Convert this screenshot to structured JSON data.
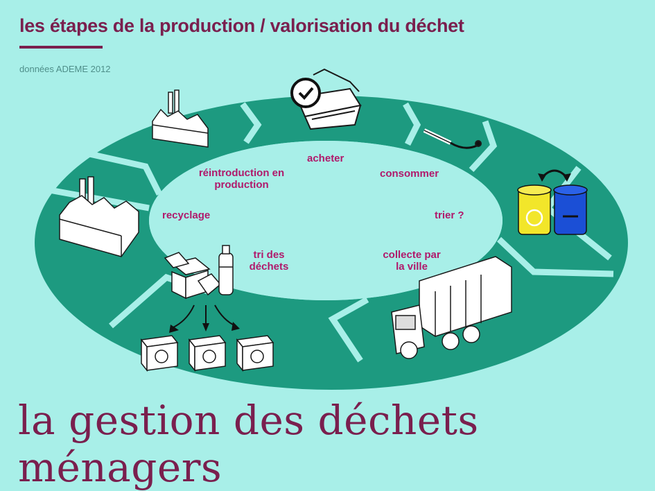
{
  "header": {
    "title": "les étapes de la production / valorisation du déchet",
    "source": "données ADEME 2012"
  },
  "footer": {
    "title": "la gestion des déchets ménagers"
  },
  "cycle": {
    "acheter": "acheter",
    "consommer": "consommer",
    "trier": "trier ?",
    "collecte": "collecte par la ville",
    "tri_dechets": "tri des déchets",
    "recyclage": "recyclage",
    "reintroduction": "réintroduction en production"
  },
  "colors": {
    "background": "#a8efe8",
    "ring": "#1d9a80",
    "title": "#7a1f4e",
    "label": "#b0196b",
    "bin_yellow": "#f2e62a",
    "bin_blue": "#1b4fd6"
  }
}
